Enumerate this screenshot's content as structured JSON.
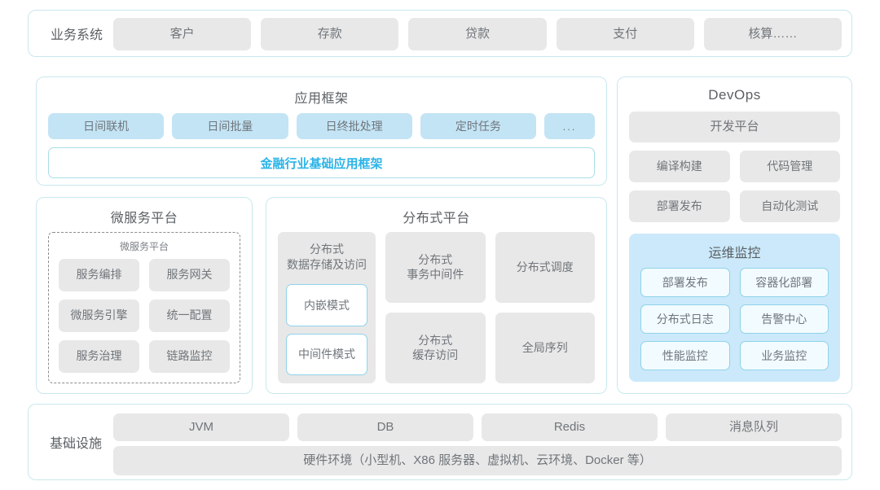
{
  "business": {
    "label": "业务系统",
    "items": [
      "客户",
      "存款",
      "贷款",
      "支付",
      "核算……"
    ]
  },
  "app_framework": {
    "title": "应用框架",
    "items": [
      "日间联机",
      "日间批量",
      "日终批处理",
      "定时任务",
      "..."
    ],
    "base": "金融行业基础应用框架",
    "base_color": "#2bb4e8"
  },
  "devops": {
    "title": "DevOps",
    "platform": "开发平台",
    "items": [
      "编译构建",
      "代码管理",
      "部署发布",
      "自动化测试"
    ],
    "ops": {
      "title": "运维监控",
      "items": [
        "部署发布",
        "容器化部署",
        "分布式日志",
        "告警中心",
        "性能监控",
        "业务监控"
      ],
      "bg_color": "#cbe9fa"
    }
  },
  "microservice": {
    "title": "微服务平台",
    "subtitle": "微服务平台",
    "items": [
      "服务编排",
      "服务网关",
      "微服务引擎",
      "统一配置",
      "服务治理",
      "链路监控"
    ]
  },
  "distributed": {
    "title": "分布式平台",
    "storage": {
      "label": "分布式\n数据存储及访问",
      "label_line1": "分布式",
      "label_line2": "数据存储及访问",
      "modes": [
        "内嵌模式",
        "中间件模式"
      ]
    },
    "items": [
      {
        "line1": "分布式",
        "line2": "事务中间件"
      },
      {
        "line1": "分布式调度",
        "line2": ""
      },
      {
        "line1": "分布式",
        "line2": "缓存访问"
      },
      {
        "line1": "全局序列",
        "line2": ""
      }
    ]
  },
  "infrastructure": {
    "label": "基础设施",
    "items": [
      "JVM",
      "DB",
      "Redis",
      "消息队列"
    ],
    "hardware": "硬件环境（小型机、X86 服务器、虚拟机、云环境、Docker 等）"
  },
  "colors": {
    "card_border": "#c9e8ee",
    "grey_fill": "#e8e8e8",
    "blue_fill": "#c3e4f5",
    "accent": "#2bb4e8",
    "text": "#70757a"
  }
}
